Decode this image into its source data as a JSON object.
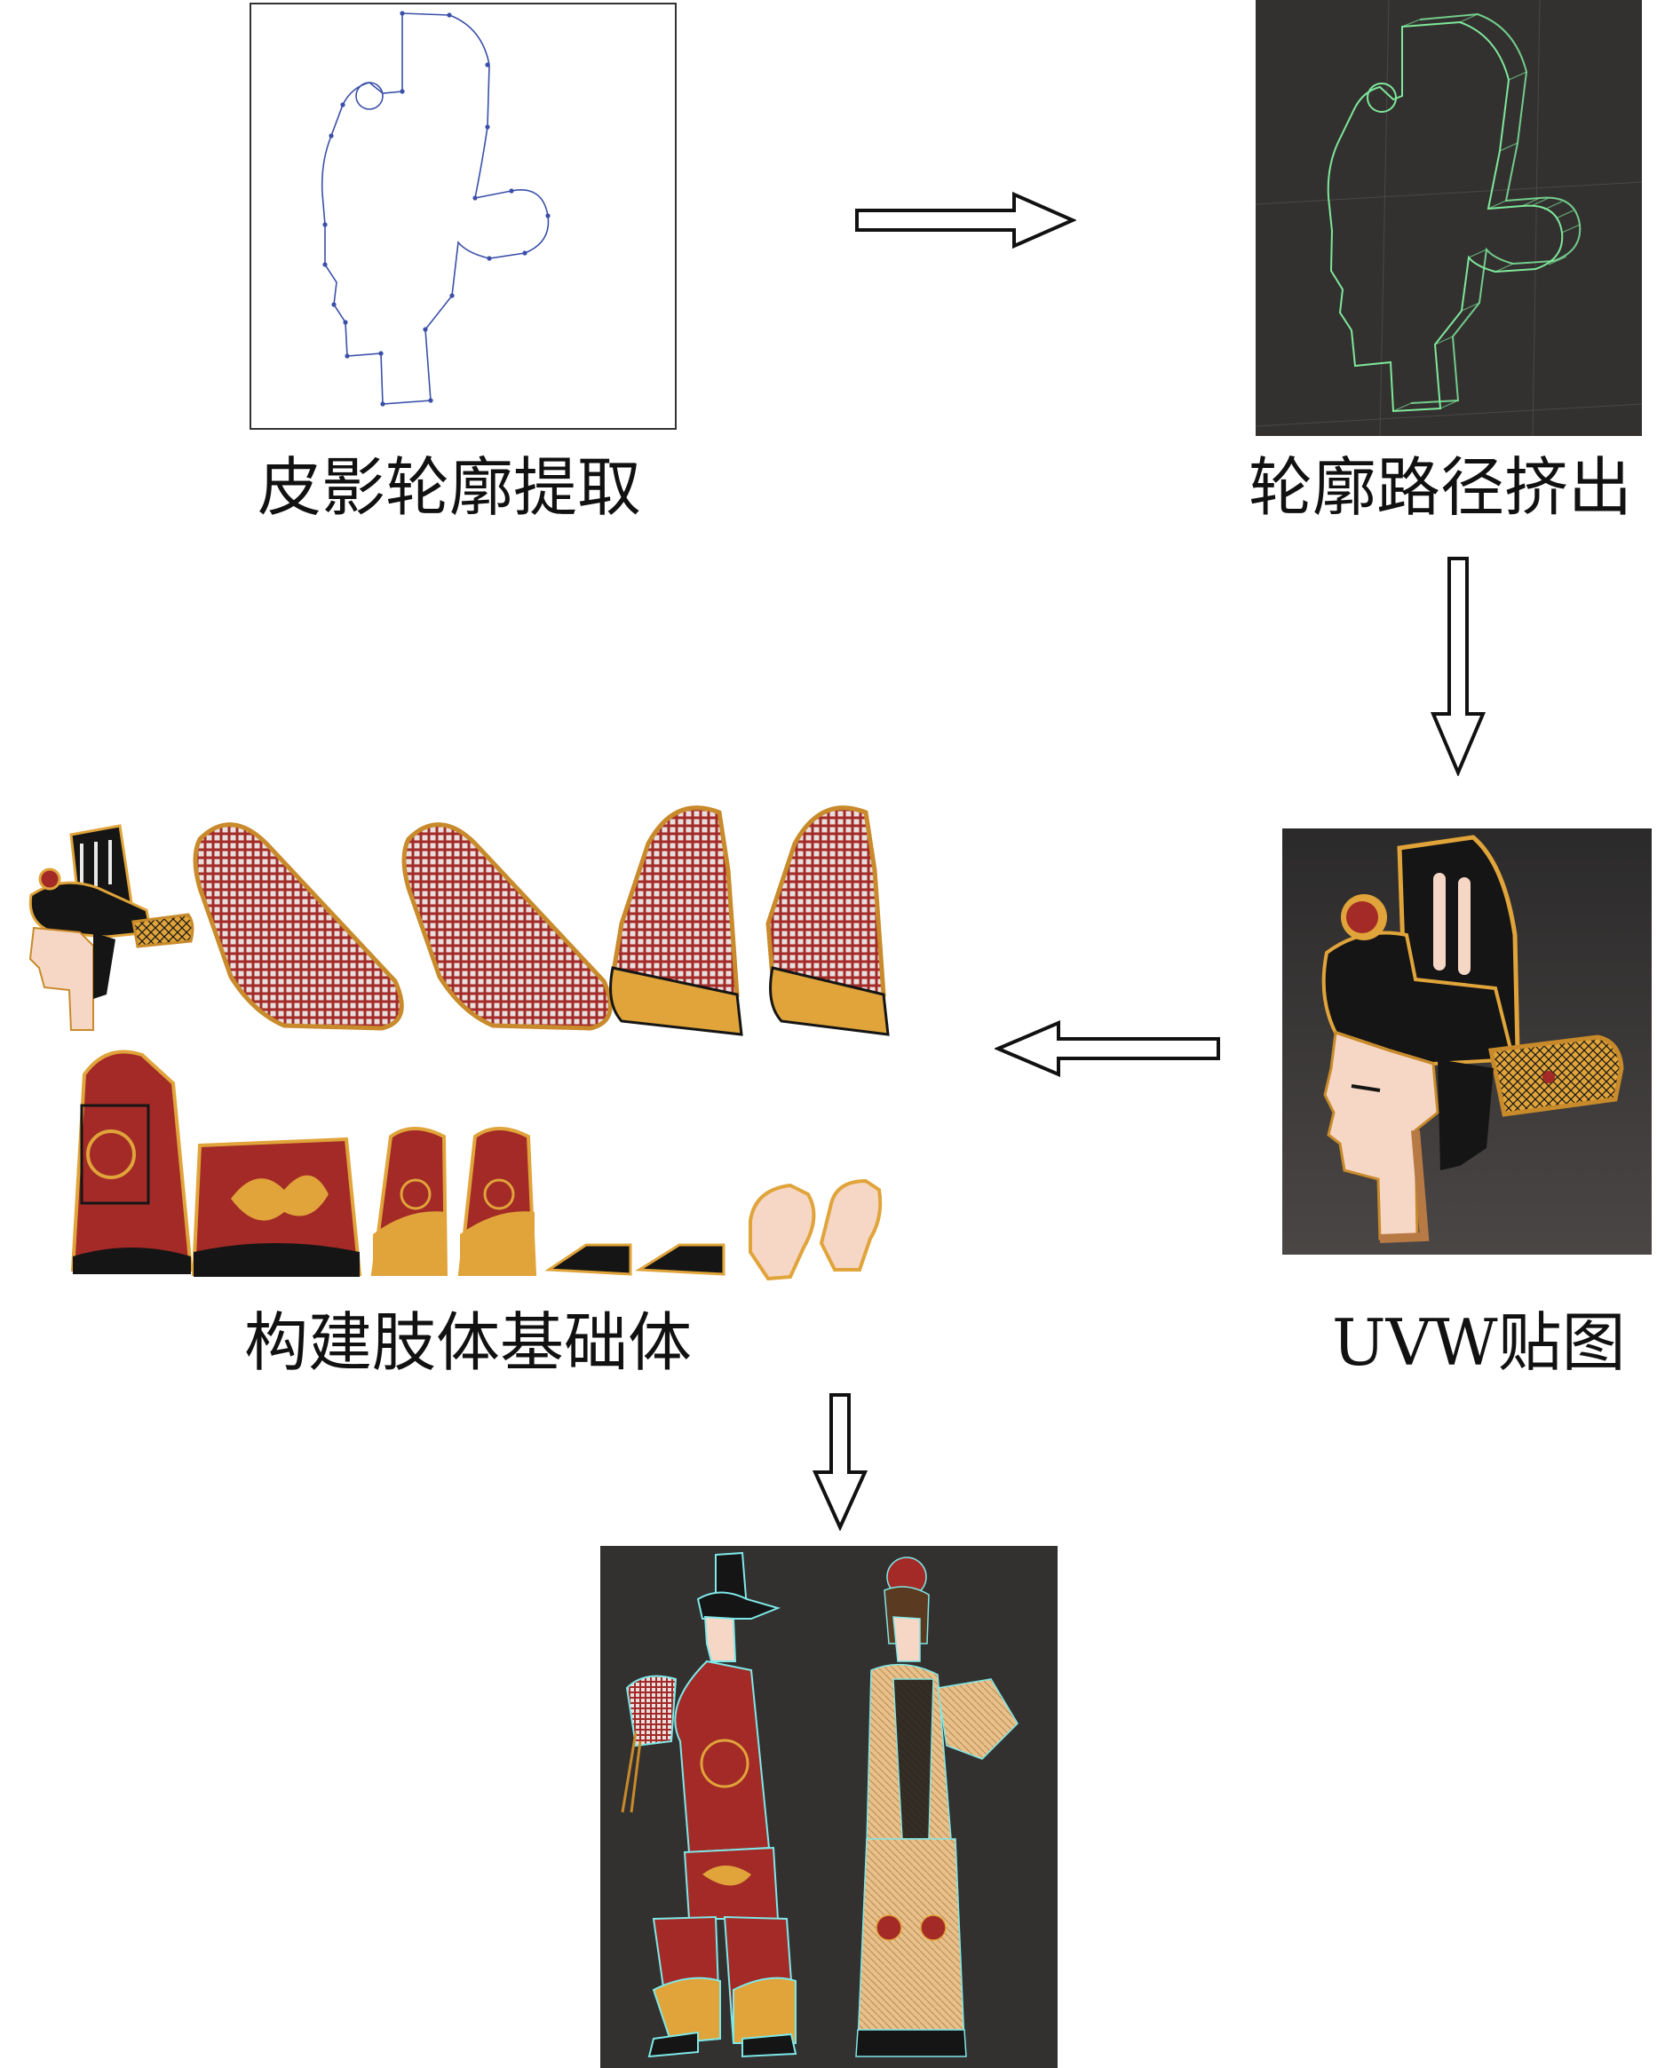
{
  "steps": {
    "outline_extraction": {
      "label": "皮影轮廓提取"
    },
    "path_extrusion": {
      "label": "轮廓路径挤出"
    },
    "uvw_mapping": {
      "label": "UVW贴图"
    },
    "limb_base": {
      "label": "构建肢体基础体"
    }
  },
  "colors": {
    "dark_viewport": "#333130",
    "wire_green": "#7ee89a",
    "outline_blue": "#3a4fa8",
    "robe_red": "#a32a26",
    "gold": "#e0a43a",
    "black": "#151515",
    "skin": "#f6d7c6"
  }
}
